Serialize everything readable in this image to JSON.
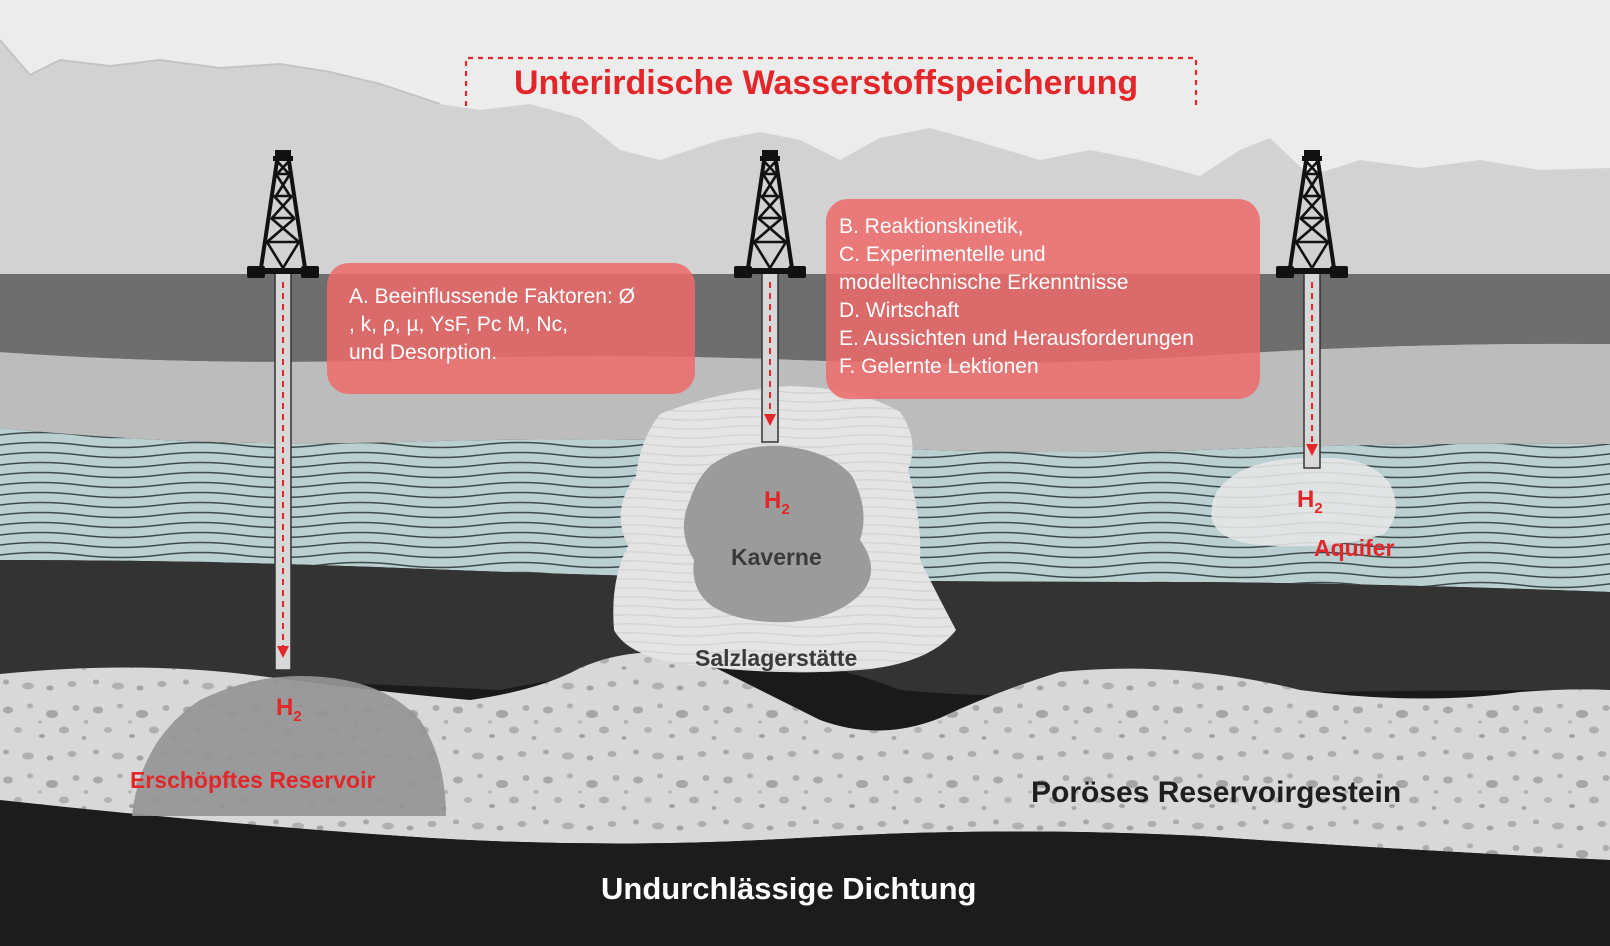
{
  "title": "Unterirdische Wasserstoffspeicherung",
  "info_box_a": {
    "lines": [
      "A. Beeinflussende Faktoren: Ø",
      ", k, ρ, µ, YsF, Pc M, Nc,",
      "und Desorption."
    ]
  },
  "info_box_b": {
    "lines": [
      "B. Reaktionskinetik,",
      "C. Experimentelle und",
      "modelltechnische Erkenntnisse",
      "D. Wirtschaft",
      "E. Aussichten und Herausforderungen",
      "F. Gelernte Lektionen"
    ]
  },
  "gas": {
    "symbol": "H",
    "subscript": "2"
  },
  "labels": {
    "depleted_reservoir": "Erschöpftes Reservoir",
    "cavern": "Kaverne",
    "salt_deposit": "Salzlagerstätte",
    "aquifer": "Aquifer",
    "porous_rock": "Poröses Reservoirgestein",
    "seal": "Undurchlässige Dichtung"
  },
  "colors": {
    "accent_red": "#e3262a",
    "info_box_fill": "#ee6a6a",
    "aquifer_water": "#b9cfd0",
    "seal_black": "#1a1a1a"
  },
  "icons": [
    "drilling-rig-icon",
    "drilling-rig-icon",
    "drilling-rig-icon"
  ]
}
